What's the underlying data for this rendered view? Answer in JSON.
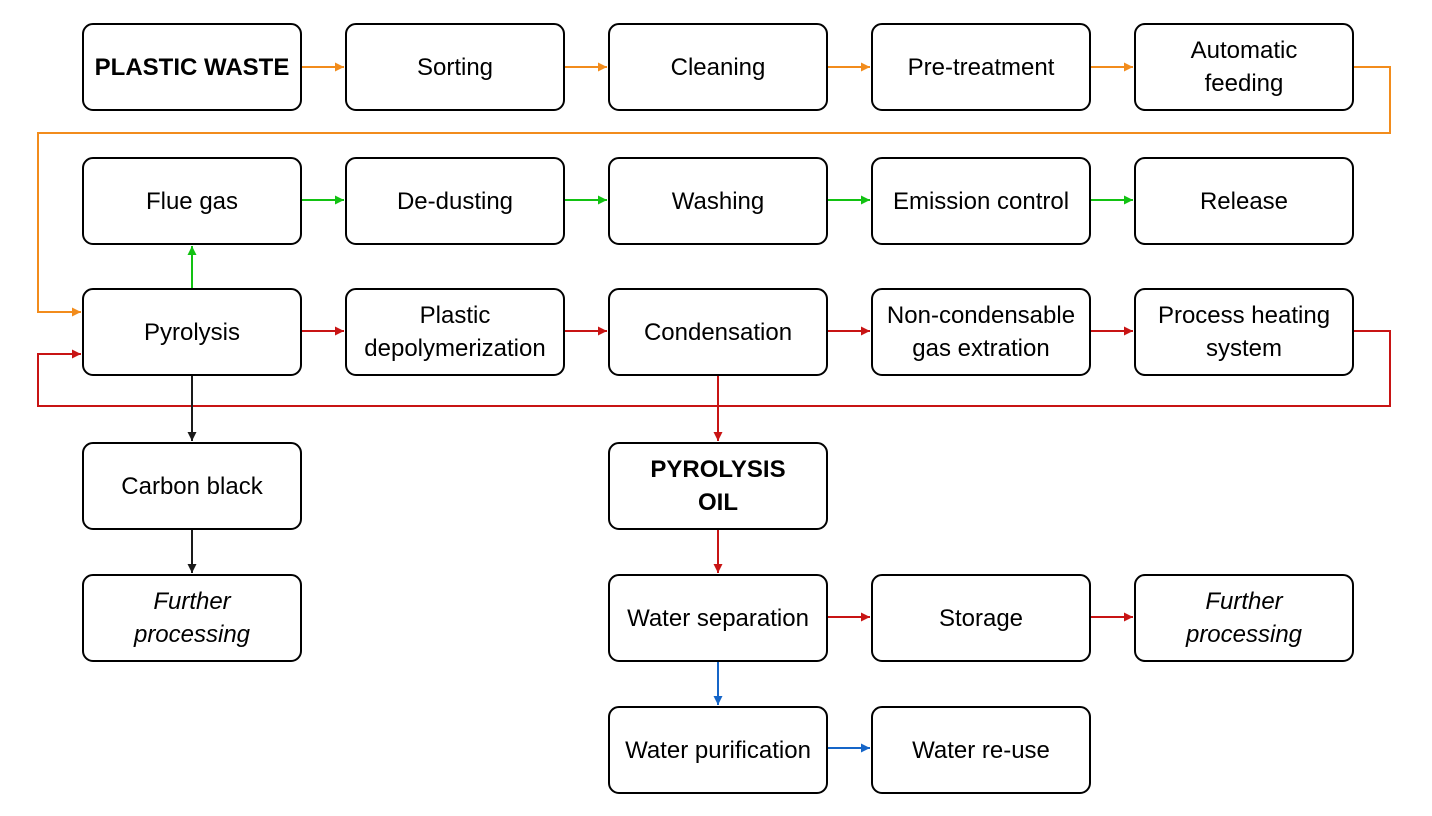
{
  "colors": {
    "orange": "#F28C1C",
    "green": "#12C212",
    "red": "#C81414",
    "black": "#1a1a1a",
    "blue": "#1565C8",
    "node_border": "#000000",
    "background": "#ffffff"
  },
  "nodes": {
    "plastic_waste": "PLASTIC WASTE",
    "sorting": "Sorting",
    "cleaning": "Cleaning",
    "pre_treatment": "Pre-treatment",
    "automatic_feeding": "Automatic feeding",
    "flue_gas": "Flue gas",
    "de_dusting": "De-dusting",
    "washing": "Washing",
    "emission_control": "Emission control",
    "release": "Release",
    "pyrolysis": "Pyrolysis",
    "plastic_depolymerization": "Plastic depolymerization",
    "condensation": "Condensation",
    "non_condensable": "Non-condensable gas extration",
    "process_heating": "Process heating system",
    "carbon_black": "Carbon black",
    "further_processing_left": "Further processing",
    "pyrolysis_oil": "PYROLYSIS OIL",
    "water_separation": "Water separation",
    "storage": "Storage",
    "further_processing_right": "Further processing",
    "water_purification": "Water purification",
    "water_reuse": "Water re-use"
  },
  "edges": [
    {
      "from": "plastic_waste",
      "to": "sorting",
      "color": "orange"
    },
    {
      "from": "sorting",
      "to": "cleaning",
      "color": "orange"
    },
    {
      "from": "cleaning",
      "to": "pre_treatment",
      "color": "orange"
    },
    {
      "from": "pre_treatment",
      "to": "automatic_feeding",
      "color": "orange"
    },
    {
      "from": "automatic_feeding",
      "to": "pyrolysis",
      "color": "orange"
    },
    {
      "from": "pyrolysis",
      "to": "flue_gas",
      "color": "green"
    },
    {
      "from": "flue_gas",
      "to": "de_dusting",
      "color": "green"
    },
    {
      "from": "de_dusting",
      "to": "washing",
      "color": "green"
    },
    {
      "from": "washing",
      "to": "emission_control",
      "color": "green"
    },
    {
      "from": "emission_control",
      "to": "release",
      "color": "green"
    },
    {
      "from": "pyrolysis",
      "to": "plastic_depolymerization",
      "color": "red"
    },
    {
      "from": "plastic_depolymerization",
      "to": "condensation",
      "color": "red"
    },
    {
      "from": "condensation",
      "to": "non_condensable",
      "color": "red"
    },
    {
      "from": "non_condensable",
      "to": "process_heating",
      "color": "red"
    },
    {
      "from": "process_heating",
      "to": "pyrolysis",
      "color": "red"
    },
    {
      "from": "condensation",
      "to": "pyrolysis_oil",
      "color": "red"
    },
    {
      "from": "pyrolysis_oil",
      "to": "water_separation",
      "color": "red"
    },
    {
      "from": "water_separation",
      "to": "storage",
      "color": "red"
    },
    {
      "from": "storage",
      "to": "further_processing_right",
      "color": "red"
    },
    {
      "from": "pyrolysis",
      "to": "carbon_black",
      "color": "black"
    },
    {
      "from": "carbon_black",
      "to": "further_processing_left",
      "color": "black"
    },
    {
      "from": "water_separation",
      "to": "water_purification",
      "color": "blue"
    },
    {
      "from": "water_purification",
      "to": "water_reuse",
      "color": "blue"
    }
  ]
}
